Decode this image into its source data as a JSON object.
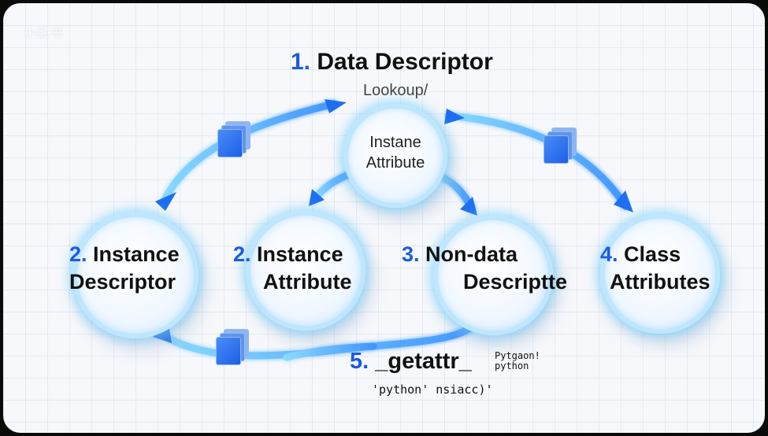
{
  "watermark": "小红书",
  "title": {
    "number": "1.",
    "text": "Data Descriptor"
  },
  "subtitle": "Lookoup/",
  "center_node": {
    "line1": "Instane",
    "line2": "Attribute"
  },
  "nodes": [
    {
      "number": "2.",
      "line1": "Instance",
      "line2": "Descriptor"
    },
    {
      "number": "2.",
      "line1": "Instance",
      "line2": "Attribute"
    },
    {
      "number": "3.",
      "line1": "Non-data",
      "line2": "Descriptte"
    },
    {
      "number": "4.",
      "line1": "Class",
      "line2": "Attributes"
    }
  ],
  "getattr": {
    "number": "5.",
    "text": "_getattr_"
  },
  "getattr_tags": {
    "line1": "Pytgaon!",
    "line2": "python"
  },
  "bottom_code": "'python' nsiacc)'",
  "colors": {
    "accent": "#1e5adf",
    "glow": "#5ac8ff",
    "cube": "#2f74f0"
  },
  "icons": [
    "cube-stack-icon",
    "cube-stack-icon",
    "cube-stack-icon"
  ]
}
